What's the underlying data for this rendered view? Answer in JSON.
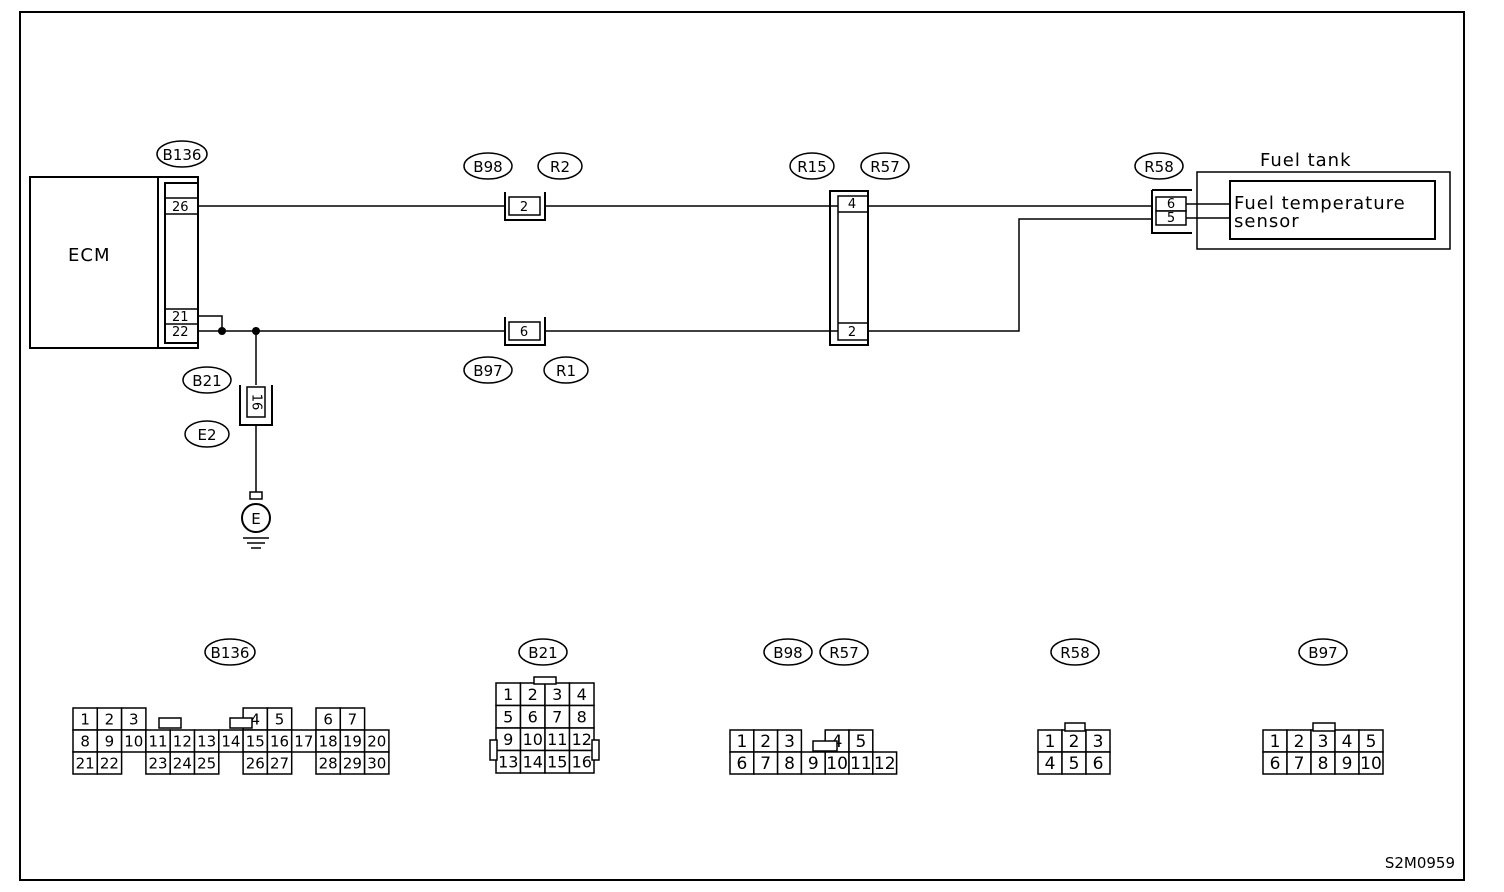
{
  "ecm": {
    "label": "ECM"
  },
  "wiring": {
    "conn_b136": "B136",
    "ecm_pins": [
      "26",
      "21",
      "22"
    ],
    "conn_b98": "B98",
    "conn_r2": "R2",
    "pin_b98_r2": "2",
    "conn_b97": "B97",
    "conn_r1": "R1",
    "pin_b97_r1": "6",
    "conn_r15": "R15",
    "conn_r57": "R57",
    "pin_r15_top": "4",
    "pin_r15_bottom": "2",
    "conn_r58": "R58",
    "pin_r58_6": "6",
    "pin_r58_5": "5",
    "conn_b21": "B21",
    "conn_e2": "E2",
    "pin_b21_e2": "16",
    "ground": "E"
  },
  "fuel_tank": {
    "label": "Fuel tank",
    "sensor_line1": "Fuel temperature",
    "sensor_line2": "sensor"
  },
  "connector_views": {
    "b136": {
      "label": "B136",
      "rows": [
        [
          "1",
          "2",
          "3",
          "",
          "",
          "",
          "",
          "4",
          "5",
          "",
          "6",
          "7"
        ],
        [
          "8",
          "9",
          "10",
          "11",
          "12",
          "13",
          "14",
          "15",
          "16",
          "17",
          "18",
          "19",
          "20"
        ],
        [
          "21",
          "22",
          "",
          "23",
          "24",
          "25",
          "",
          "26",
          "27",
          "",
          "28",
          "29",
          "30"
        ]
      ]
    },
    "b21": {
      "label": "B21",
      "rows": [
        [
          "1",
          "2",
          "3",
          "4"
        ],
        [
          "5",
          "6",
          "7",
          "8"
        ],
        [
          "9",
          "10",
          "11",
          "12"
        ],
        [
          "13",
          "14",
          "15",
          "16"
        ]
      ]
    },
    "b98_r57": {
      "labels": [
        "B98",
        "R57"
      ],
      "rows": [
        [
          "1",
          "2",
          "3",
          "",
          "4",
          "5"
        ],
        [
          "6",
          "7",
          "8",
          "9",
          "10",
          "11",
          "12"
        ]
      ]
    },
    "r58": {
      "label": "R58",
      "rows": [
        [
          "1",
          "2",
          "3"
        ],
        [
          "4",
          "5",
          "6"
        ]
      ]
    },
    "b97": {
      "label": "B97",
      "rows": [
        [
          "1",
          "2",
          "3",
          "4",
          "5"
        ],
        [
          "6",
          "7",
          "8",
          "9",
          "10"
        ]
      ]
    }
  },
  "figure_code": "S2M0959"
}
